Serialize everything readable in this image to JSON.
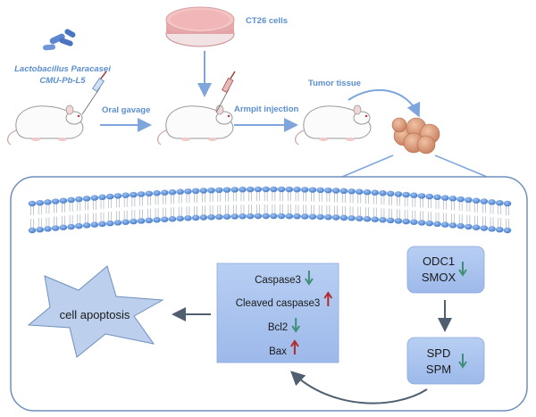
{
  "top": {
    "bacteria_line1": "Lactobacillus Paracasei",
    "bacteria_line2": "CMU-Pb-L5",
    "cells_label": "CT26 cells",
    "step1": "Oral gavage",
    "step2": "Armpit injection",
    "tumor_label": "Tumor tissue"
  },
  "pathway": {
    "result": "cell apoptosis",
    "markers": [
      {
        "label": "Caspase3",
        "direction": "down"
      },
      {
        "label": "Cleaved caspase3",
        "direction": "up"
      },
      {
        "label": "Bcl2",
        "direction": "down"
      },
      {
        "label": "Bax",
        "direction": "up"
      }
    ],
    "enzymes": [
      "ODC1",
      "SMOX"
    ],
    "enzymes_direction": "down",
    "polyamines": [
      "SPD",
      "SPM"
    ],
    "polyamines_direction": "down"
  },
  "colors": {
    "down_arrow": "#3f8f78",
    "up_arrow": "#b22a2a",
    "box_fill": "#a9c3ee",
    "panel_border": "#6e8fbe",
    "flow_arrow": "#7ea6dc"
  }
}
